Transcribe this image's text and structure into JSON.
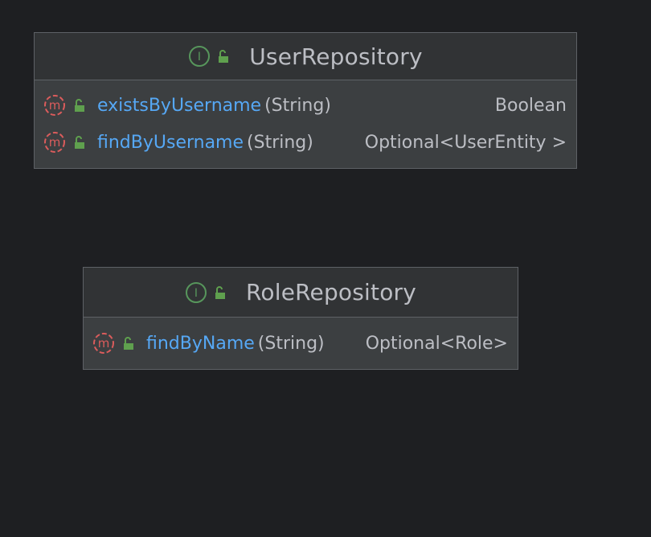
{
  "colors": {
    "background": "#1e1f22",
    "node_body": "#3c3f41",
    "node_header": "#313335",
    "border": "#5e6166",
    "text": "#bcbec4",
    "method_name": "#56a8f5",
    "interface_icon": "#57965c",
    "method_icon": "#db5c5c",
    "public_lock_icon": "#5fa04e"
  },
  "nodes": [
    {
      "title": "UserRepository",
      "kind_icon": "interface-icon",
      "visibility_icon": "public-lock-icon",
      "methods": [
        {
          "name": "existsByUsername",
          "params": "(String)",
          "return_type": "Boolean",
          "kind_icon": "method-icon",
          "visibility_icon": "public-lock-icon"
        },
        {
          "name": "findByUsername",
          "params": "(String)",
          "return_type": "Optional<UserEntity >",
          "kind_icon": "method-icon",
          "visibility_icon": "public-lock-icon"
        }
      ]
    },
    {
      "title": "RoleRepository",
      "kind_icon": "interface-icon",
      "visibility_icon": "public-lock-icon",
      "methods": [
        {
          "name": "findByName",
          "params": "(String)",
          "return_type": "Optional<Role>",
          "kind_icon": "method-icon",
          "visibility_icon": "public-lock-icon"
        }
      ]
    }
  ]
}
